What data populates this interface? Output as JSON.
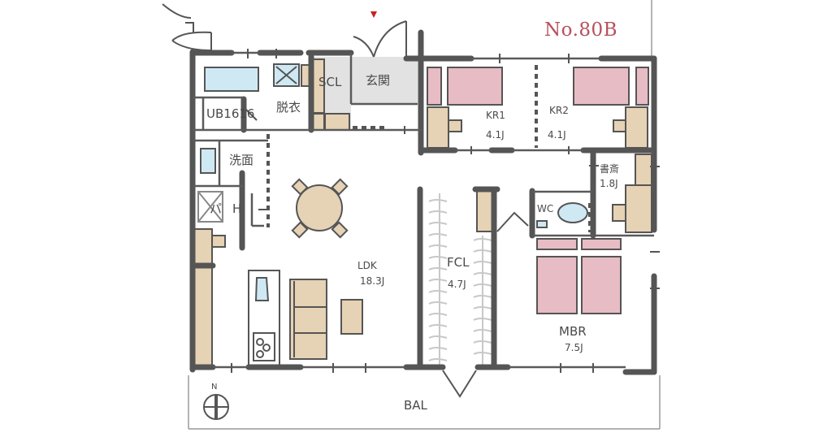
{
  "plan": {
    "title": "No.80B",
    "colors": {
      "wall": "#555555",
      "thin_line": "#5a5a5a",
      "bed": "#e8bcc4",
      "furniture": "#e6d2b4",
      "water": "#cfe9f4",
      "floor_gray": "#e2e2e2",
      "shelf_line": "#c8c8c8",
      "entrance_marker": "#cc1f1f",
      "title": "#b8505c"
    },
    "rooms": [
      {
        "id": "ub",
        "label": "UB1616",
        "area": ""
      },
      {
        "id": "dressing",
        "label": "脱衣",
        "area": ""
      },
      {
        "id": "scl",
        "label": "SCL",
        "area": ""
      },
      {
        "id": "entrance",
        "label": "玄関",
        "area": ""
      },
      {
        "id": "kr1",
        "label": "KR1",
        "area": "4.1J"
      },
      {
        "id": "kr2",
        "label": "KR2",
        "area": "4.1J"
      },
      {
        "id": "washroom",
        "label": "洗面",
        "area": ""
      },
      {
        "id": "pantry",
        "label": "パ",
        "area": ""
      },
      {
        "id": "hi",
        "label": "H",
        "area": ""
      },
      {
        "id": "study",
        "label": "書斎",
        "area": "1.8J"
      },
      {
        "id": "wc",
        "label": "WC",
        "area": ""
      },
      {
        "id": "ldk",
        "label": "LDK",
        "area": "18.3J"
      },
      {
        "id": "fcl",
        "label": "FCL",
        "area": "4.7J"
      },
      {
        "id": "mbr",
        "label": "MBR",
        "area": "7.5J"
      },
      {
        "id": "bal",
        "label": "BAL",
        "area": ""
      }
    ],
    "compass": {
      "label": "N"
    },
    "entrance_marker": "entrance-arrow"
  }
}
